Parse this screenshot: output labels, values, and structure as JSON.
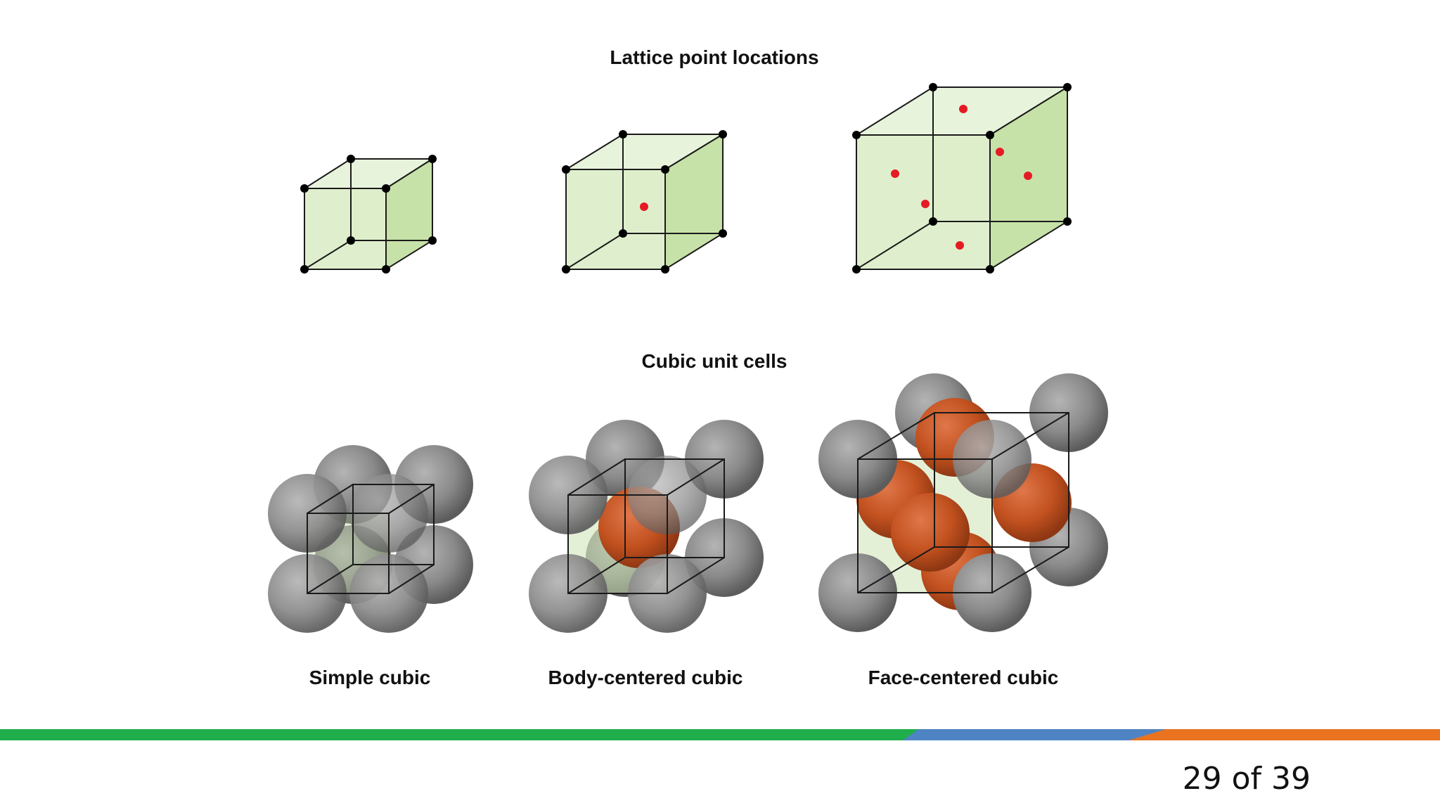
{
  "titles": {
    "lattice": "Lattice point locations",
    "cells": "Cubic unit cells"
  },
  "captions": {
    "simple": "Simple cubic",
    "body_centered": "Body-centered cubic",
    "face_centered": "Face-centered cubic"
  },
  "footer": {
    "page_indicator": "29 of 39"
  },
  "colors": {
    "cube_face_light": "#e3f0d4",
    "cube_face_side": "#c7e2a8",
    "lattice_point": "#000000",
    "center_point": "#e51b24",
    "atom_gray": "#8a8a8a",
    "atom_orange": "#c2511f",
    "band_green": "#1fae4b",
    "band_blue": "#4f84c4",
    "band_orange": "#e9731f"
  }
}
